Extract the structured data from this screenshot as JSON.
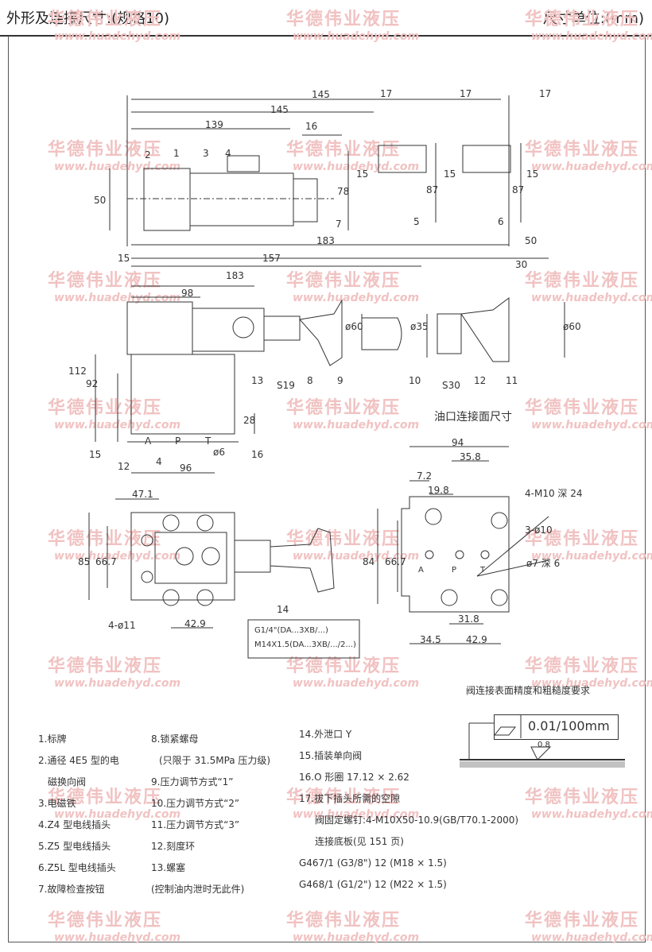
{
  "header": {
    "title": "外形及连接尺寸:(规格10)",
    "unit": "尺寸单位:(mm)"
  },
  "watermark": {
    "cn": "华德伟业液压",
    "url": "www.huadehyd.com"
  },
  "top_view": {
    "dims": [
      "145",
      "145",
      "139",
      "16",
      "15",
      "78",
      "50",
      "15",
      "87",
      "15",
      "87",
      "15",
      "183",
      "50"
    ],
    "callouts": [
      "2",
      "1",
      "3",
      "4",
      "7",
      "17",
      "17",
      "17",
      "5",
      "6"
    ]
  },
  "front_view": {
    "dims": [
      "15",
      "157",
      "183",
      "30",
      "98",
      "ø60",
      "ø35",
      "ø60",
      "112",
      "92",
      "28",
      "12",
      "4",
      "96",
      "ø6"
    ],
    "callouts": [
      "13",
      "8",
      "9",
      "10",
      "12",
      "11",
      "15",
      "16"
    ],
    "labels": [
      "S19",
      "S30",
      "A",
      "P",
      "T"
    ]
  },
  "plan_view": {
    "dims": [
      "47.1",
      "85",
      "66.7",
      "4-ø11",
      "42.9"
    ],
    "callouts": [
      "14"
    ],
    "port_labels": [
      "G1/4\"(DA...3XB/...)",
      "M14X1.5(DA...3XB/.../2...)"
    ]
  },
  "port_face": {
    "title": "油口连接面尺寸",
    "dims": [
      "94",
      "35.8",
      "7.2",
      "19.8",
      "84",
      "66.7",
      "31.8",
      "34.5",
      "42.9"
    ],
    "notes": [
      "4-M10 深 24",
      "3-ø10",
      "ø7 深 6"
    ],
    "labels": [
      "A",
      "P",
      "T"
    ]
  },
  "surface": {
    "title": "阀连接表面精度和粗糙度要求",
    "flatness": "0.01/100mm",
    "roughness": "0.8"
  },
  "legend": {
    "col1": [
      "1.标牌",
      "2.通径 4E5 型的电",
      "磁换向阀",
      "3.电磁铁",
      "4.Z4 型电线插头",
      "5.Z5 型电线插头",
      "6.Z5L 型电线插头",
      "7.故障检查按钮"
    ],
    "col2": [
      "8.锁紧螺母",
      "(只限于 31.5MPa 压力级)",
      "9.压力调节方式“1”",
      "10.压力调节方式“2”",
      "11.压力调节方式“3”",
      "12.刻度环",
      "13.螺塞",
      "(控制油内泄时无此件)"
    ],
    "col3": [
      "14.外泄口 Y",
      "15.插装单向阀",
      "16.O 形圈 17.12 × 2.62",
      "17.拔下插头所需的空隙",
      "阀固定螺钉:4-M10X50-10.9(GB/T70.1-2000)",
      "连接底板(见 151 页)",
      "G467/1 (G3/8\")  12 (M18 × 1.5)",
      "G468/1 (G1/2\")  12 (M22 × 1.5)"
    ]
  }
}
